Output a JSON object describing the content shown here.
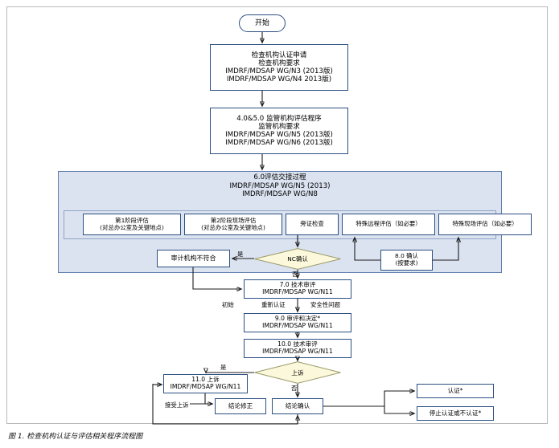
{
  "figure": {
    "caption": "图 1. 检查机构认证与评估相关程序流程图",
    "colors": {
      "panel_fill": "#dbe3f0",
      "panel_border": "#5f7dae",
      "node_border": "#2b4f81",
      "node_fill": "#ffffff",
      "decision_fill": "#fbf8dc",
      "decision_border": "#9a9a6a",
      "line": "#1c1c1c"
    }
  },
  "nodes": {
    "start": {
      "label": "开始"
    },
    "step1": {
      "lines": [
        "检查机构认证申请",
        "检查机构要求",
        "IMDRF/MDSAP WG/N3 (2013版)",
        "IMDRF/MDSAP WG/N4  2013版)"
      ]
    },
    "step2": {
      "lines": [
        "4.0&5.0 监管机构评估程序",
        "监管机构要求",
        "IMDRF/MDSAP WG/N5 (2013版)",
        "IMDRF/MDSAP WG/N6 (2013版)"
      ]
    },
    "panel6": {
      "title_lines": [
        "6.0评估交接过程",
        "IMDRF/MDSAP WG/N5 (2013)",
        "IMDRF/MDSAP WG/N8"
      ]
    },
    "stage1": {
      "lines": [
        "第1阶段评估",
        "(对总办公室及关键地点)"
      ]
    },
    "stage2": {
      "lines": [
        "第2阶段现场评估",
        "(对总办公室及关键地点)"
      ]
    },
    "witness": {
      "lines": [
        "旁证检查"
      ]
    },
    "special_remote": {
      "lines": [
        "特殊远程评估（如必要）"
      ]
    },
    "special_onsite": {
      "lines": [
        "特殊现场评估（如必要）"
      ]
    },
    "nc_decision": {
      "label": "NC确认"
    },
    "nonconform": {
      "lines": [
        "审计机构不符合"
      ]
    },
    "confirm8": {
      "lines": [
        "8.0  确认",
        "(按要求)"
      ]
    },
    "step7": {
      "lines": [
        "7.0  技术审评",
        "IMDRF/MDSAP WG/N11"
      ]
    },
    "step9": {
      "lines": [
        "9.0  审评和决定*",
        "IMDRF/MDSAP WG/N11"
      ]
    },
    "step10": {
      "lines": [
        "10.0  技术审评",
        "IMDRF/MDSAP WG/N11"
      ]
    },
    "appeal_decision": {
      "label": "上诉"
    },
    "step11": {
      "lines": [
        "11.0 上诉",
        "IMDRF/MDSAP WG/N11"
      ]
    },
    "conclusion_fix": {
      "lines": [
        "结论修正"
      ]
    },
    "conclusion_confirm": {
      "lines": [
        "结论确认"
      ]
    },
    "certify": {
      "lines": [
        "认证*"
      ]
    },
    "stop_certify": {
      "lines": [
        "停止认证或不认证*"
      ]
    }
  },
  "edge_labels": {
    "nc_yes": "是",
    "nc_no": "否",
    "appeal_yes": "是",
    "appeal_no": "否",
    "initial": "初始",
    "recert": "重新认证",
    "safety": "安全性问题",
    "accept_appeal": "接受上诉"
  }
}
